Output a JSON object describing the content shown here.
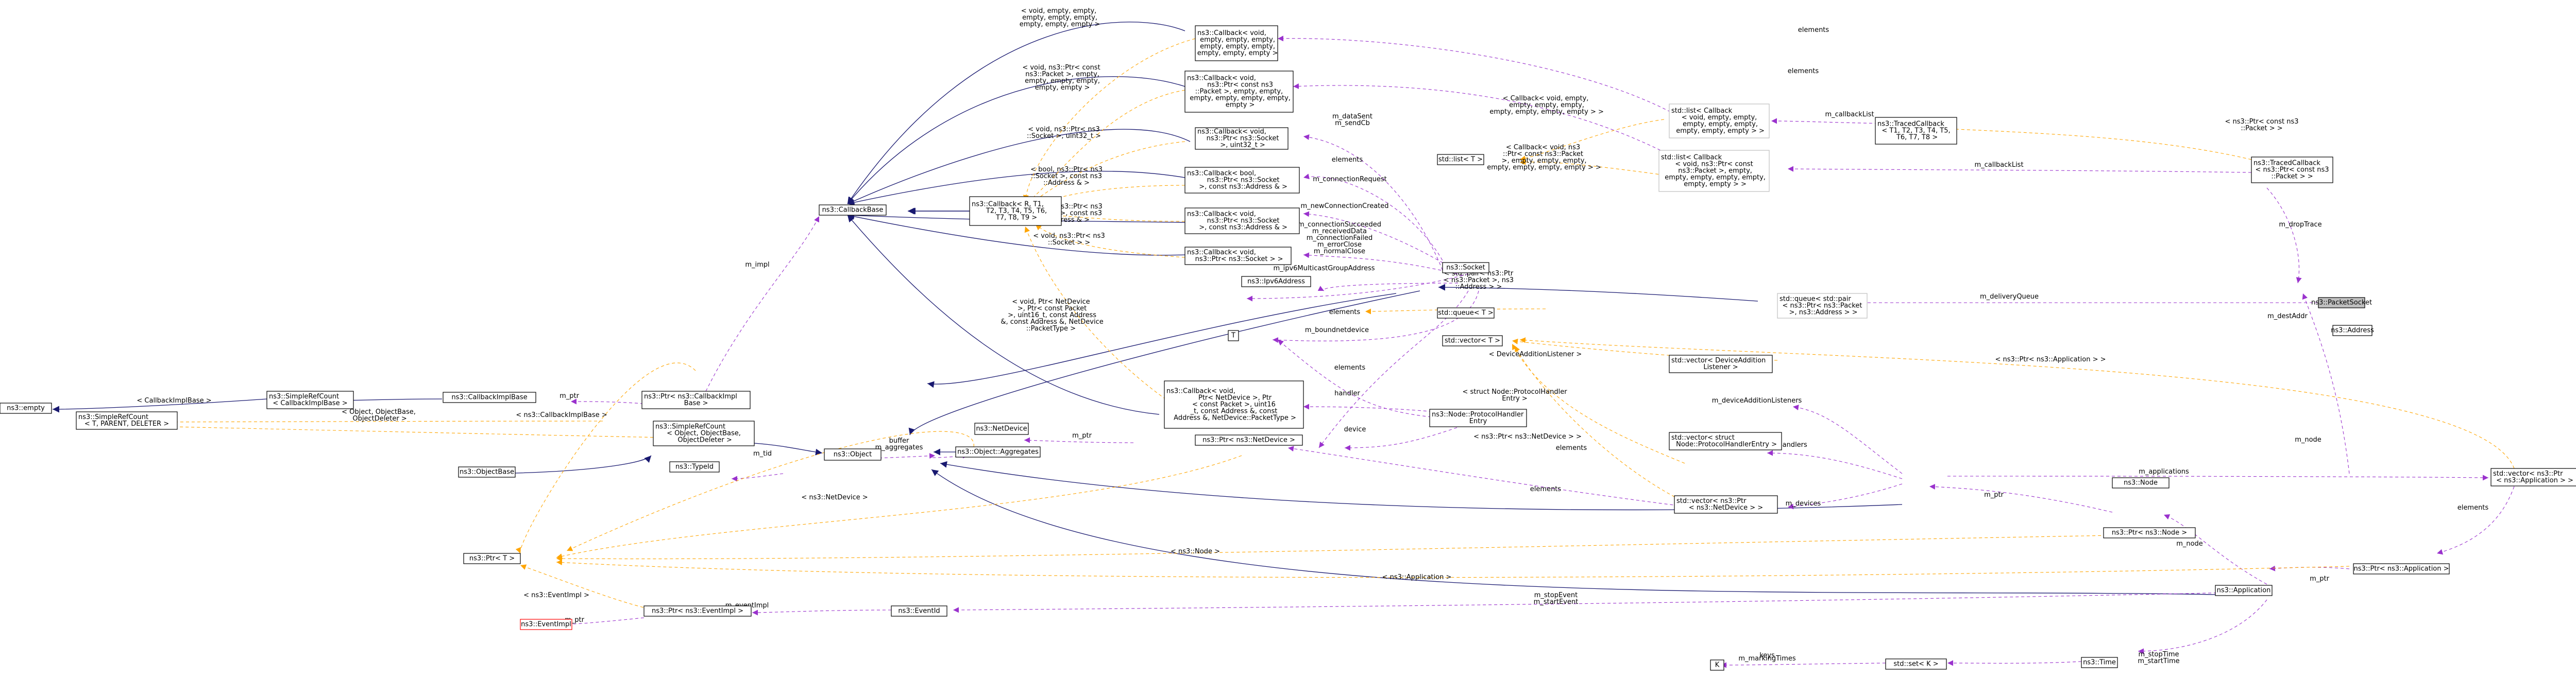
{
  "nodes": {
    "packetsocket": "ns3::PacketSocket",
    "address": "ns3::Address",
    "application": "ns3::Application",
    "ptr_application": "ns3::Ptr< ns3::Application >",
    "vec_ptr_application": "std::vector< ns3::Ptr\n< ns3::Application > >",
    "node": "ns3::Node",
    "ptr_node": "ns3::Ptr< ns3::Node >",
    "time": "ns3::Time",
    "set_k": "std::set< K >",
    "k": "K",
    "eventid": "ns3::EventId",
    "ptr_eventimpl": "ns3::Ptr< ns3::EventImpl >",
    "eventimpl": "ns3::EventImpl",
    "ptr_t": "ns3::Ptr< T >",
    "object": "ns3::Object",
    "simplerefcount_obj": "ns3::SimpleRefCount\n< Object, ObjectBase,\n ObjectDeleter >",
    "objectbase": "ns3::ObjectBase",
    "typeid": "ns3::TypeId",
    "netdevice": "ns3::NetDevice",
    "object_aggregates": "ns3::Object::Aggregates",
    "ptr_netdevice": "ns3::Ptr< ns3::NetDevice >",
    "ptr_callbackimplbase": "ns3::Ptr< ns3::CallbackImpl\nBase >",
    "callbackimplbase": "ns3::CallbackImplBase",
    "simplerefcount_cib": "ns3::SimpleRefCount\n< CallbackImplBase >",
    "simplerefcount_t": "ns3::SimpleRefCount\n< T, PARENT, DELETER >",
    "empty": "ns3::empty",
    "callbackbase": "ns3::CallbackBase",
    "callback_generic": "ns3::Callback< R, T1,\n T2, T3, T4, T5, T6,\n T7, T8, T9 >",
    "cb_void_empty": "ns3::Callback< void,\n empty, empty, empty,\n empty, empty, empty,\n empty, empty, empty >",
    "cb_void_ptrpacket": "ns3::Callback< void,\n ns3::Ptr< const ns3\n::Packet >, empty, empty,\n empty, empty, empty, empty,\n empty >",
    "cb_void_socket_uint32": "ns3::Callback< void,\n ns3::Ptr< ns3::Socket\n >, uint32_t >",
    "cb_bool_socket_address": "ns3::Callback< bool,\n ns3::Ptr< ns3::Socket\n >, const ns3::Address & >",
    "cb_void_socket_address": "ns3::Callback< void,\n ns3::Ptr< ns3::Socket\n >, const ns3::Address & >",
    "cb_void_socket": "ns3::Callback< void,\n ns3::Ptr< ns3::Socket > >",
    "ipv6address": "ns3::Ipv6Address",
    "socket": "ns3::Socket",
    "list_t": "std::list< T >",
    "list_cb_empty": "std::list< Callback\n< void, empty, empty,\n empty, empty, empty,\n empty, empty, empty > >",
    "list_cb_ptrpacket": "std::list< Callback\n< void, ns3::Ptr< const\n ns3::Packet >, empty,\n empty, empty, empty, empty,\n empty, empty > >",
    "tracedcallback_generic": "ns3::TracedCallback\n< T1, T2, T3, T4, T5,\n T6, T7, T8 >",
    "tracedcallback_ptrpacket": "ns3::TracedCallback\n< ns3::Ptr< const ns3\n::Packet > >",
    "queue_t": "std::queue< T >",
    "queue_pair": "std::queue< std::pair\n< ns3::Ptr< ns3::Packet\n >, ns3::Address > >",
    "t": "T",
    "vector_t": "std::vector< T >",
    "cb_void_netdevice_long": "ns3::Callback< void,\n Ptr< NetDevice >, Ptr\n< const Packet >, uint16\n_t, const Address &, const\n Address &, NetDevice::PacketType >",
    "node_protocolhandlerentry": "ns3::Node::ProtocolHandler\nEntry",
    "vec_devaddlistener": "std::vector< DeviceAddition\nListener >",
    "vec_protocolhandlerentry": "std::vector< struct\n Node::ProtocolHandlerEntry >",
    "vec_ptr_netdevice": "std::vector< ns3::Ptr\n< ns3::NetDevice > >"
  },
  "edge_labels": {
    "m_dropTrace": "m_dropTrace",
    "m_destAddr": "m_destAddr",
    "m_deliveryQueue": "m_deliveryQueue",
    "m_node_ps": "m_node",
    "tpl_ptrpacket": "< ns3::Ptr< const ns3\n::Packet > >",
    "m_callbackList": "m_callbackList",
    "m_callbackList2": "m_callbackList",
    "elements1": "elements",
    "elements2": "elements",
    "tpl_list_cb_empty": "< Callback< void, empty,\n empty, empty, empty,\n empty, empty, empty, empty > >",
    "tpl_list_cb_ptrpacket": "< Callback< void, ns3\n::Ptr< const ns3::Packet\n >, empty, empty, empty,\n empty, empty, empty, empty > >",
    "m_dataSent": "m_dataSent\nm_sendCb",
    "elements_socket": "elements",
    "m_connectionRequest": "m_connectionRequest",
    "m_newConnectionCreated": "m_newConnectionCreated",
    "m_connSucceeded": "m_connectionSucceeded\nm_receivedData\nm_connectionFailed\nm_errorClose\nm_normalClose",
    "m_ipv6MulticastGroupAddress": "m_ipv6MulticastGroupAddress",
    "elements_t": "elements",
    "m_boundnetdevice": "m_boundnetdevice",
    "tpl_queue_pair": "< std::pair< ns3::Ptr\n< ns3::Packet >, ns3\n::Address > >",
    "tpl_cb_empty": "< void, empty, empty,\n empty, empty, empty,\n empty, empty, empty >",
    "tpl_cb_ptrpacket": "< void, ns3::Ptr< const\n ns3::Packet >, empty,\n empty, empty, empty,\n empty, empty >",
    "tpl_cb_socket_uint32": "< void, ns3::Ptr< ns3\n::Socket >, uint32_t >",
    "tpl_cb_bool": "< bool, ns3::Ptr< ns3\n::Socket >, const ns3\n::Address & >",
    "tpl_cb_void_addr": "< void, ns3::Ptr< ns3\n::Socket >, const ns3\n::Address & >",
    "tpl_cb_void_socket": "< void, ns3::Ptr< ns3\n::Socket > >",
    "tpl_cb_netdevice": "< void, Ptr< NetDevice\n >, Ptr< const Packet\n >, uint16_t, const Address\n &, const Address &, NetDevice\n::PacketType >",
    "m_impl": "m_impl",
    "tpl_cib": "< CallbackImplBase >",
    "m_ptr_cib": "m_ptr",
    "tpl_object_base": "< Object, ObjectBase,\n ObjectDeleter >",
    "tpl_callbackimpl": "< ns3::CallbackImplBase >",
    "m_tid": "m_tid",
    "buffer_aggregates": "buffer\nm_aggregates",
    "m_ptr_nd": "m_ptr",
    "tpl_netdevice": "< ns3::NetDevice >",
    "elements_deviceaddition": "elements",
    "tpl_deviceaddition": "< DeviceAdditionListener >",
    "handler": "handler",
    "device": "device",
    "tpl_struct": "< struct Node::ProtocolHandler\nEntry >",
    "tpl_ptr_netdevice": "< ns3::Ptr< ns3::NetDevice > >",
    "elements_phe": "elements",
    "elements_nd": "elements",
    "m_deviceAdditionListeners": "m_deviceAdditionListeners",
    "m_handlers": "m_handlers",
    "m_devices": "m_devices",
    "tpl_ptr_application": "< ns3::Ptr< ns3::Application > >",
    "m_applications": "m_applications",
    "elements_app": "elements",
    "m_ptr_node": "m_ptr",
    "m_node_app": "m_node",
    "tpl_node": "< ns3::Node >",
    "m_ptr_app": "m_ptr",
    "tpl_application": "< ns3::Application >",
    "m_stopEvent": "m_stopEvent\nm_startEvent",
    "m_eventImpl": "m_eventImpl",
    "tpl_eventimpl": "< ns3::EventImpl >",
    "m_ptr_ev": "m_ptr",
    "m_stopTime": "m_stopTime\nm_startTime",
    "m_markingTimes": "m_markingTimes",
    "keys": "keys"
  },
  "legend_colors": {
    "inheritance": "#191970",
    "usage": "#9a32cd",
    "template": "#ffa500",
    "selected_fill": "#bfbfbf"
  }
}
